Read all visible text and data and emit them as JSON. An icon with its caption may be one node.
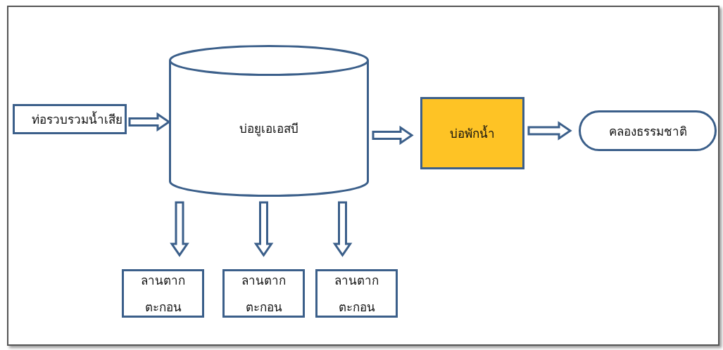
{
  "diagram": {
    "nodes": [
      {
        "text": [
          "ท่อรวบรวมน้ำเสีย"
        ]
      },
      {
        "text": [
          "บ่อยูเอเอสบี"
        ]
      },
      {
        "text": [
          "บ่อพักน้ำ"
        ]
      },
      {
        "text": [
          "คลองธรรมชาติ"
        ]
      },
      {
        "text": [
          "ลานตากตะกอน"
        ]
      },
      {
        "text": [
          "ลานตากตะกอน"
        ]
      },
      {
        "text": [
          "ลานตากตะกอน"
        ]
      }
    ],
    "edges": [
      {
        "from": 0,
        "to": 1,
        "arrow": "to"
      },
      {
        "from": 1,
        "to": 2,
        "arrow": "to"
      },
      {
        "from": 2,
        "to": 3,
        "arrow": "to"
      },
      {
        "from": 1,
        "to": 4,
        "arrow": "to"
      },
      {
        "from": 1,
        "to": 5,
        "arrow": "to"
      },
      {
        "from": 1,
        "to": 6,
        "arrow": "to"
      }
    ]
  }
}
